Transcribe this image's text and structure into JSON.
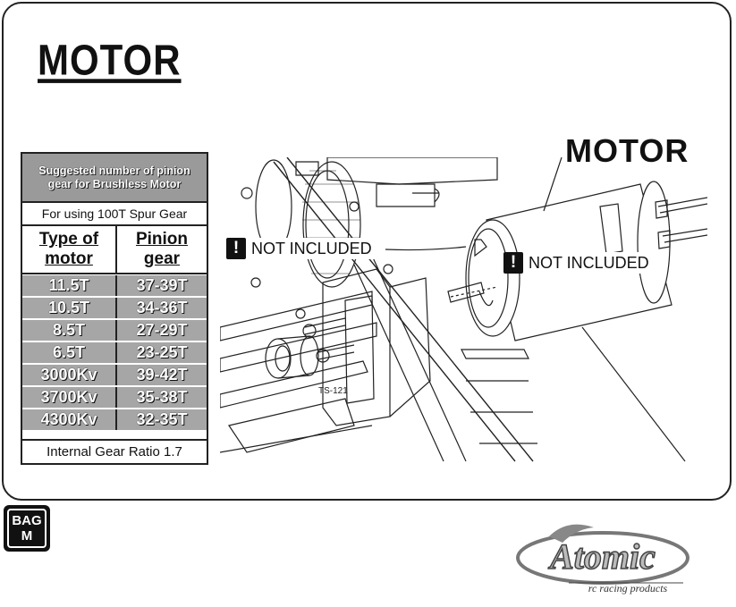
{
  "page": {
    "title": "MOTOR"
  },
  "pinion_table": {
    "heading_line1": "Suggested number of pinion",
    "heading_line2": "gear for Brushless Motor",
    "subheading": "For using 100T Spur Gear",
    "col_type_line1": "Type of",
    "col_type_line2": "motor",
    "col_pinion_line1": "Pinion",
    "col_pinion_line2": "gear",
    "rows": [
      {
        "motor": "11.5T",
        "pinion": "37-39T"
      },
      {
        "motor": "10.5T",
        "pinion": "34-36T"
      },
      {
        "motor": "8.5T",
        "pinion": "27-29T"
      },
      {
        "motor": "6.5T",
        "pinion": "23-25T"
      },
      {
        "motor": "3000Kv",
        "pinion": "39-42T"
      },
      {
        "motor": "3700Kv",
        "pinion": "35-38T"
      },
      {
        "motor": "4300Kv",
        "pinion": "32-35T"
      }
    ],
    "footer": "Internal Gear Ratio 1.7"
  },
  "illustration": {
    "motor_label": "MOTOR",
    "not_included_1": "NOT INCLUDED",
    "not_included_2": "NOT INCLUDED",
    "warning_symbol": "!",
    "part_label": "TS-121"
  },
  "bag": {
    "line1": "BAG",
    "line2": "M"
  },
  "brand": {
    "name": "Atomic",
    "tagline": "rc racing products"
  },
  "colors": {
    "table_header_bg": "#9a9a9a",
    "table_cell_bg": "#a6a6a6",
    "ink": "#111111"
  }
}
